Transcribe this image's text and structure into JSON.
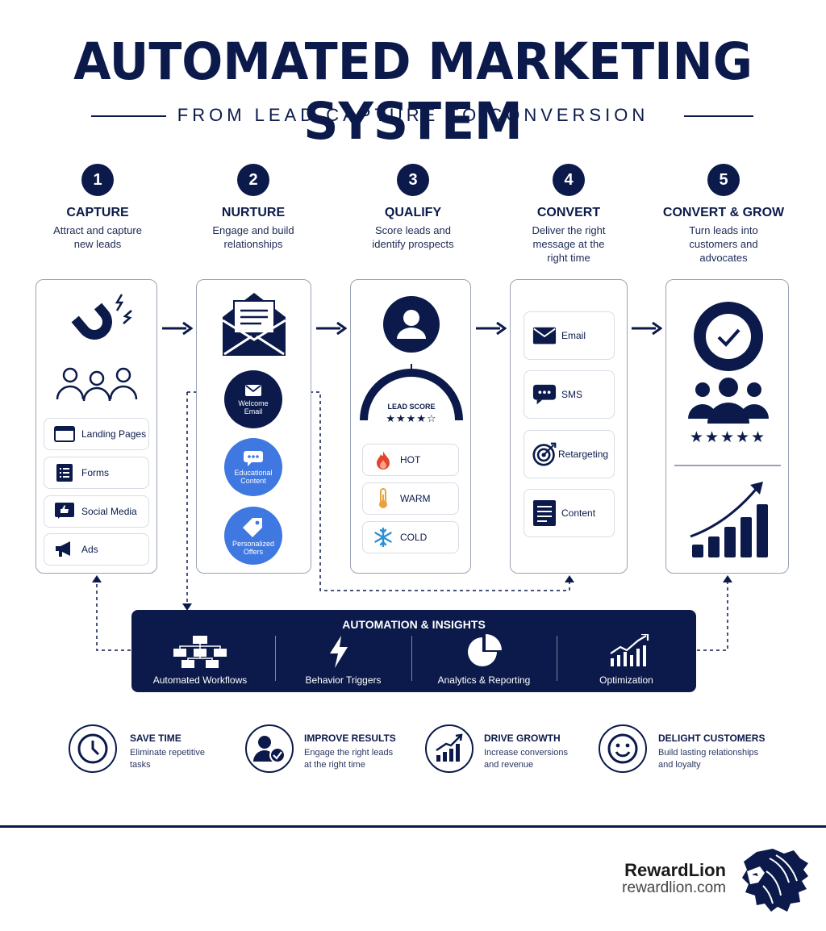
{
  "title": "AUTOMATED MARKETING SYSTEM",
  "subtitle": "FROM LEAD CAPTURE TO CONVERSION",
  "steps": [
    {
      "num": "1",
      "title": "CAPTURE",
      "desc": [
        "Attract and capture",
        "new leads"
      ]
    },
    {
      "num": "2",
      "title": "NURTURE",
      "desc": [
        "Engage and build",
        "relationships"
      ]
    },
    {
      "num": "3",
      "title": "QUALIFY",
      "desc": [
        "Score leads and",
        "identify prospects"
      ]
    },
    {
      "num": "4",
      "title": "CONVERT",
      "desc": [
        "Deliver the right",
        "message at the",
        "right time"
      ]
    },
    {
      "num": "5",
      "title": "CONVERT & GROW",
      "desc": [
        "Turn leads into",
        "customers and",
        "advocates"
      ]
    }
  ],
  "capture": {
    "icons": [
      "magnet-icon",
      "people-icon"
    ],
    "items": [
      "Landing Pages",
      "Forms",
      "Social Media",
      "Ads"
    ]
  },
  "nurture": {
    "items": [
      {
        "label": [
          "Welcome",
          "Email"
        ],
        "color": "#0b1a4a"
      },
      {
        "label": [
          "Educational",
          "Content"
        ],
        "color": "#3f78e0"
      },
      {
        "label": [
          "Personalized",
          "Offers"
        ],
        "color": "#3f78e0"
      }
    ]
  },
  "qualify": {
    "gauge_label": "LEAD SCORE",
    "rating": 4,
    "rating_max": 5,
    "levels": [
      "HOT",
      "WARM",
      "COLD"
    ]
  },
  "convert": {
    "items": [
      "Email",
      "SMS",
      "Retargeting",
      "Content"
    ]
  },
  "grow": {
    "stars": 5
  },
  "automation": {
    "title": "AUTOMATION & INSIGHTS",
    "items": [
      "Automated Workflows",
      "Behavior Triggers",
      "Analytics & Reporting",
      "Optimization"
    ]
  },
  "benefits": [
    {
      "title": "SAVE TIME",
      "desc": [
        "Eliminate repetitive",
        "tasks"
      ]
    },
    {
      "title": "IMPROVE RESULTS",
      "desc": [
        "Engage the right leads",
        "at the right time"
      ]
    },
    {
      "title": "DRIVE GROWTH",
      "desc": [
        "Increase conversions",
        "and revenue"
      ]
    },
    {
      "title": "DELIGHT CUSTOMERS",
      "desc": [
        "Build lasting relationships",
        "and loyalty"
      ]
    }
  ],
  "brand": {
    "name": "RewardLion",
    "url": "rewardlion.com"
  },
  "colors": {
    "navy": "#0b1a4a",
    "blue": "#3f78e0",
    "hot": "#e2452c",
    "warm": "#e9a23b",
    "cold": "#2f8fd6"
  }
}
